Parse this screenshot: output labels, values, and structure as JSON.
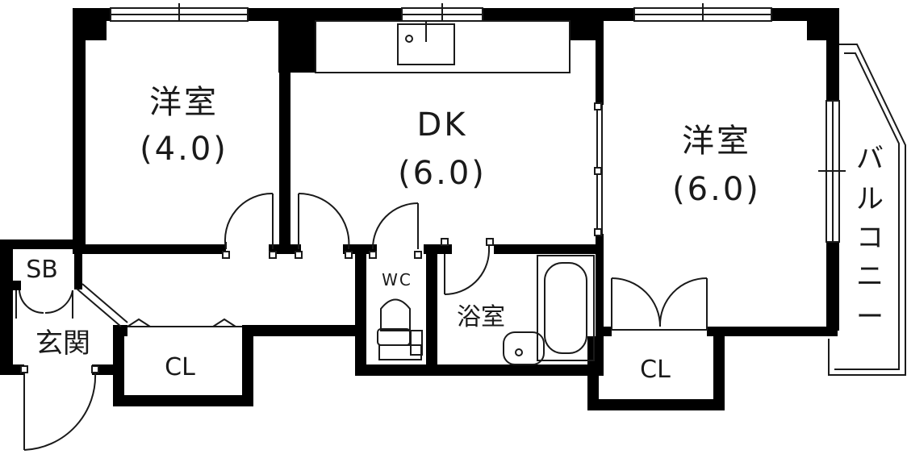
{
  "rooms": {
    "western_left": {
      "name": "洋室",
      "size": "(4.0)"
    },
    "dk": {
      "name": "DK",
      "size": "(6.0)"
    },
    "western_right": {
      "name": "洋室",
      "size": "(6.0)"
    },
    "wc": {
      "name": "WC"
    },
    "bath": {
      "name": "浴室"
    },
    "entrance": {
      "name": "玄関"
    },
    "shoe_box": {
      "name": "SB"
    },
    "closet_left": {
      "name": "CL"
    },
    "closet_right": {
      "name": "CL"
    },
    "balcony": {
      "chars": [
        "バ",
        "ル",
        "コ",
        "ニ",
        "ー"
      ]
    }
  },
  "colors": {
    "wall": "#000000",
    "line": "#1a1a1a",
    "background": "#ffffff"
  }
}
